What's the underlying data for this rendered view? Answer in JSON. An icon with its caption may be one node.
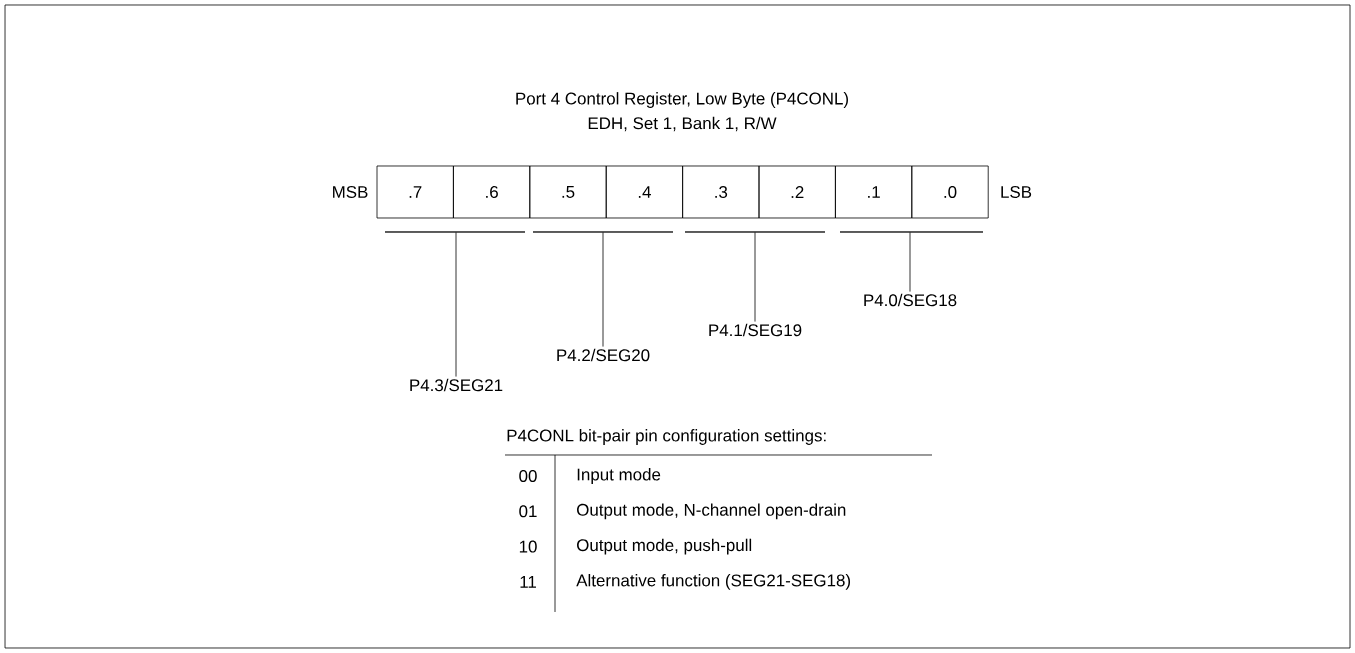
{
  "diagram": {
    "title": "Port 4 Control Register, Low Byte (P4CONL)",
    "nodes": [
      {
        "text": [
          ".7"
        ]
      },
      {
        "text": [
          ".6"
        ]
      },
      {
        "text": [
          ".5"
        ]
      },
      {
        "text": [
          ".4"
        ]
      },
      {
        "text": [
          ".3"
        ]
      },
      {
        "text": [
          ".2"
        ]
      },
      {
        "text": [
          ".1"
        ]
      },
      {
        "text": [
          ".0"
        ]
      },
      {
        "text": [],
        "shape": "bar"
      },
      {
        "text": [],
        "shape": "bar"
      },
      {
        "text": [],
        "shape": "bar"
      },
      {
        "text": [],
        "shape": "bar"
      },
      {
        "text": [
          "P4.3/SEG21"
        ]
      },
      {
        "text": [
          "P4.2/SEG20"
        ]
      },
      {
        "text": [
          "P4.1/SEG19"
        ]
      },
      {
        "text": [
          "P4.0/SEG18"
        ]
      }
    ],
    "edges": [
      {
        "from": 12,
        "to": 8,
        "arrow": "none"
      },
      {
        "from": 13,
        "to": 9,
        "arrow": "none"
      },
      {
        "from": 14,
        "to": 10,
        "arrow": "none"
      },
      {
        "from": 15,
        "to": 11,
        "arrow": "none"
      }
    ],
    "labels": [
      "EDH, Set 1, Bank 1, R/W",
      "MSB",
      "LSB",
      "P4CONL bit-pair pin configuration settings:",
      "00",
      "Input mode",
      "01",
      "Output mode, N-channel open-drain",
      "10",
      "Output mode, push-pull",
      "11",
      "Alternative function (SEG21-SEG18)"
    ]
  }
}
